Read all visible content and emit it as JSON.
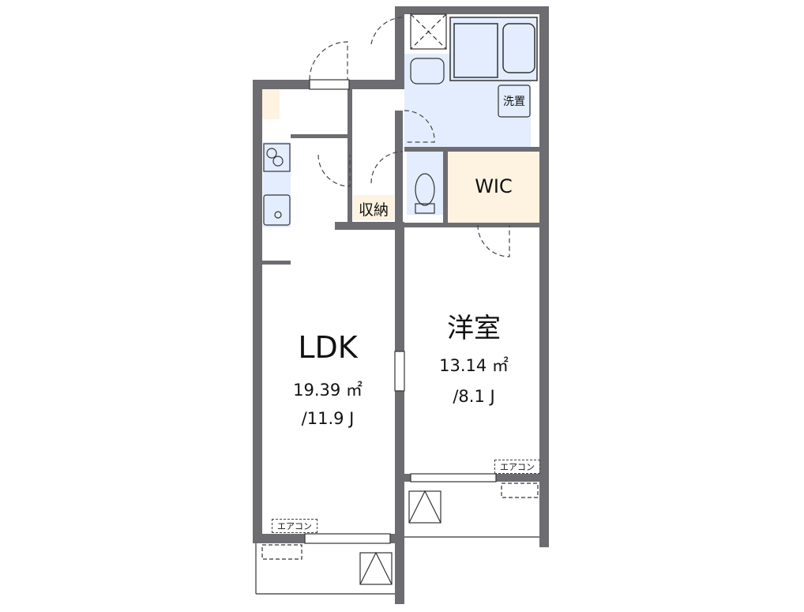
{
  "floorplan": {
    "rooms": {
      "ldk": {
        "name": "LDK",
        "area": "19.39 ㎡",
        "jo": "/11.9 J"
      },
      "western": {
        "name": "洋室",
        "area": "13.14 ㎡",
        "jo": "/8.1 J"
      },
      "wic": {
        "name": "WIC"
      },
      "storage": {
        "name": "収納"
      },
      "washer": {
        "name": "洗置"
      }
    },
    "aircon": {
      "ldk": "エアコン",
      "western": "エアコン"
    },
    "colors": {
      "wall": "#6d6c71",
      "wet_area": "#e3edfd",
      "wood_area": "#fdf3e0",
      "line": "#333333"
    }
  }
}
